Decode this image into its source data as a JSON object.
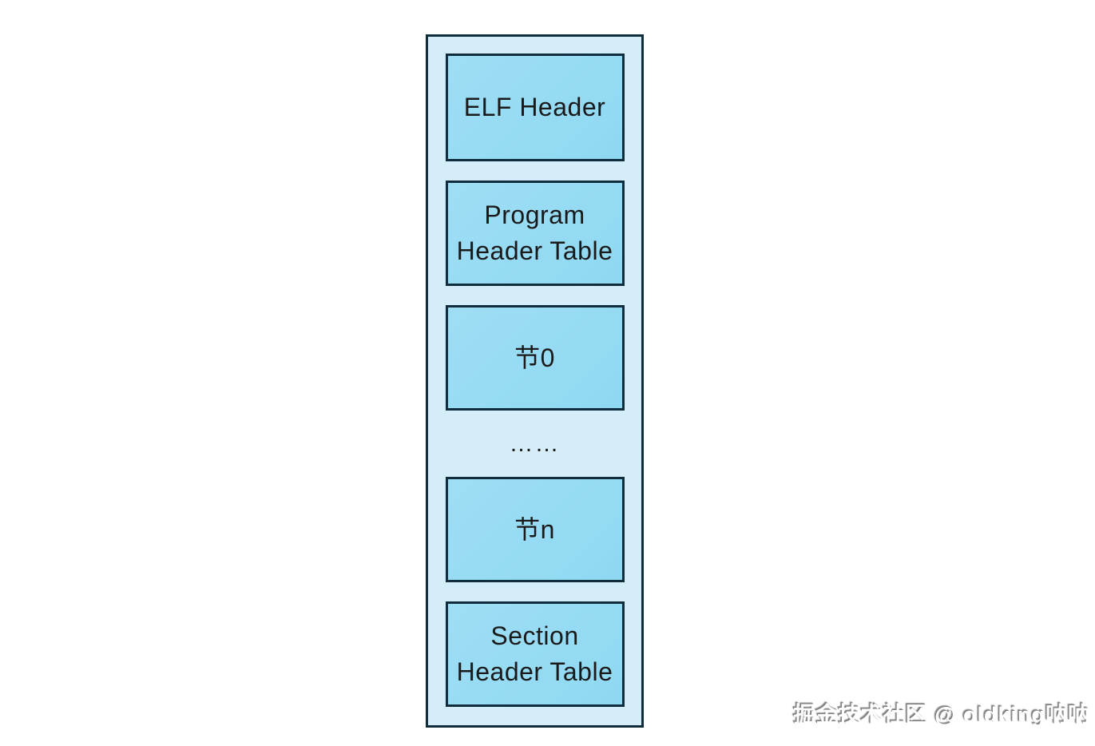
{
  "diagram": {
    "description": "ELF file structure diagram",
    "blocks": [
      {
        "id": "elf-header",
        "label": "ELF Header"
      },
      {
        "id": "program-header-table",
        "label": "Program Header Table"
      },
      {
        "id": "section-0",
        "label": "节0"
      },
      {
        "id": "section-n",
        "label": "节n"
      },
      {
        "id": "section-header-table",
        "label": "Section Header Table"
      }
    ],
    "ellipsis": "……",
    "colors": {
      "container_fill": "#d5edf9",
      "block_fill": "#94daf3",
      "border": "#0f2d3d",
      "text": "#1a1a1a"
    }
  },
  "watermark": {
    "text": "掘金技术社区 @ oldking呐呐"
  }
}
